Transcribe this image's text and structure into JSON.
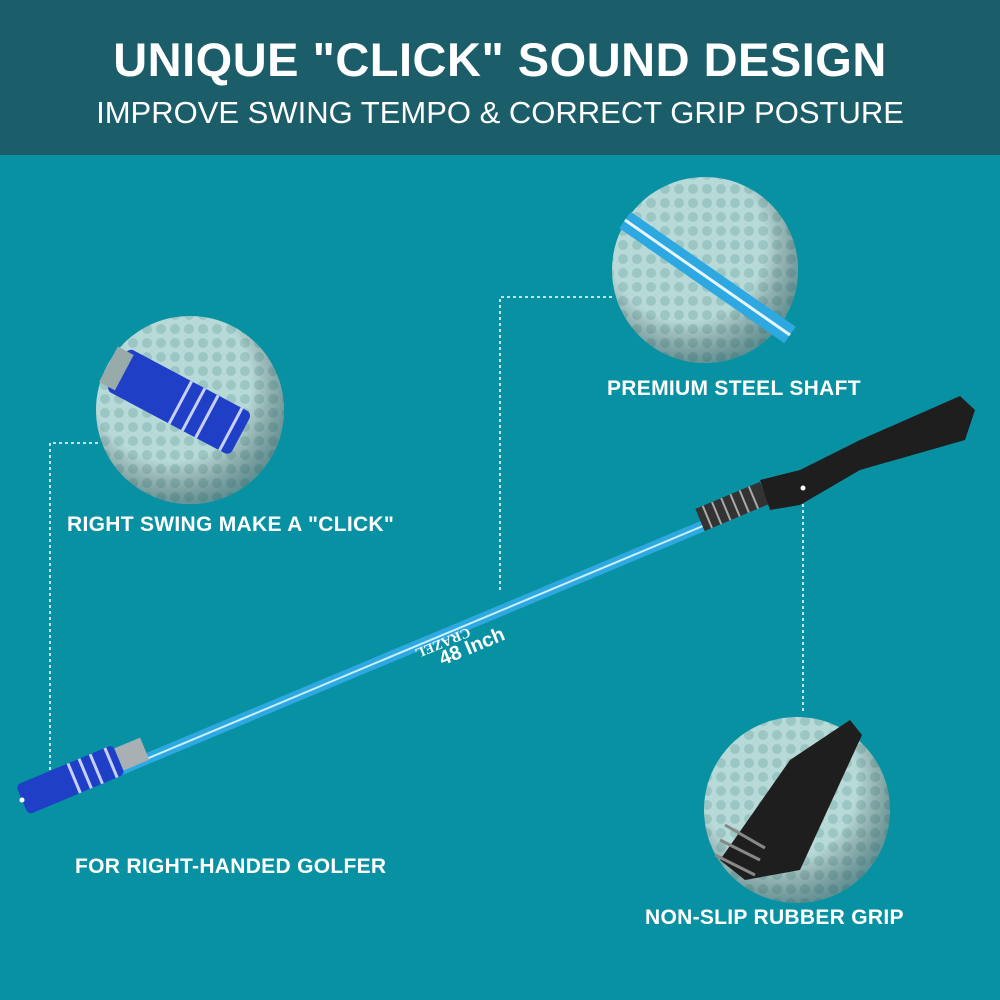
{
  "header": {
    "title": "UNIQUE \"CLICK\" SOUND DESIGN",
    "subtitle": "IMPROVE SWING TEMPO & CORRECT GRIP POSTURE"
  },
  "features": {
    "click": "RIGHT SWING MAKE A \"CLICK\"",
    "shaft": "PREMIUM STEEL SHAFT",
    "handed": "FOR RIGHT-HANDED GOLFER",
    "grip": "NON-SLIP RUBBER GRIP"
  },
  "product": {
    "length": "48 Inch",
    "brand": "CRAZEL"
  },
  "colors": {
    "header": "#1b5d69",
    "background": "#0891a3",
    "shaft": "#2ea8e0",
    "weight": "#1f3fc7",
    "ball": "#b4d8d6"
  }
}
